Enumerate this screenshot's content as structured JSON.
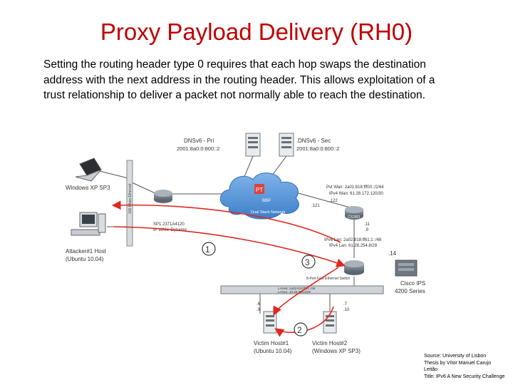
{
  "slide": {
    "title": "Proxy Payload Delivery (RH0)",
    "body": "Setting the routing header type 0 requires that each hop swaps the destination address with the next address in the routing header. This allows exploitation of a trust relationship to deliver a packet not normally able to reach the destination."
  },
  "diagram": {
    "dns_pri_name": "DNSv6 - Pri",
    "dns_pri_addr": "2001:8a0:0:800::2",
    "dns_sec_name": "DNSv6 - Sec",
    "dns_sec_addr": "2001:8a0:0:800::2",
    "windows_label": "Windows XP SP3",
    "attacker_label1": "Attacker#1 Host",
    "attacker_label2": "(Ubuntu 10.04)",
    "cloud_name": "BBP",
    "cloud_sub": "Dual Stack Network",
    "sp_label1": "SP1 2371A4120",
    "sp_label2": "IP WAN: Dynamic",
    "pvt_wan1": "Pvt Wan: 2a01:818:fff00::/2/64",
    "pvt_wan2": "IPv4 Wan: 61.28.172.120/30",
    "r_121": ".121",
    "r_122": ".122",
    "r_cs": "CS2801",
    "r_11": ".11",
    "r_9": ".9",
    "ipv6_lan1": "IPv6 Lan: 2a02:818:ff61:1::/48",
    "ipv4_lan1": "IPv4 Lan: 61.28.254.8/29",
    "r_14": ".14",
    "switch_label": "8-Port Fast Ethernet Switch",
    "cisco_ips1": "Cisco IPS",
    "cisco_ips2": "4200 Series",
    "lan_bar1": "LANv6: 2a02:818:ff61::/48",
    "lan_bar2": "LANv4: 10.28.254.8/29",
    "hop_1": "1",
    "hop_2": "2",
    "hop_3": "3",
    "v1_6": ".6",
    "v1_9": ".9",
    "v2_7": ".7",
    "v2_10": ".10",
    "victim1_label1": "Victim Host#1",
    "victim1_label2": "(Ubuntu 10.04)",
    "victim2_label1": "Victim Host#2",
    "victim2_label2": "(Windows XP SP3)",
    "left_switch_label": "100 Mbps Ethernet"
  },
  "source": {
    "line1": "Source: University of Lisbon",
    "line2": "Thesis by Vítor Manuel Carujo",
    "line3": "Leitão",
    "line4": "Title: IPv6 A New Security Challenge"
  },
  "colors": {
    "title": "#c00000",
    "arrow": "#e0281e",
    "cloud": "#4d8fd6",
    "device": "#8a8f96"
  }
}
